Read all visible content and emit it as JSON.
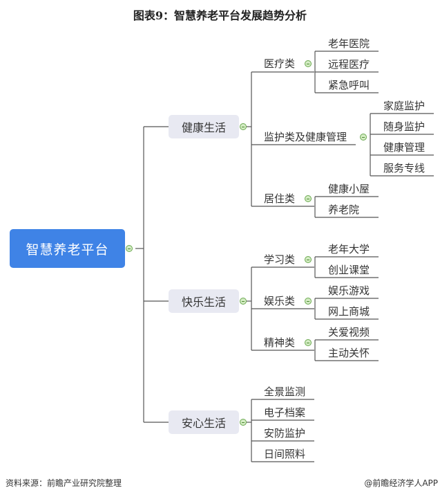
{
  "title": "图表9：智慧养老平台发展趋势分析",
  "root": {
    "label": "智慧养老平台"
  },
  "branches": [
    {
      "label": "健康生活",
      "groups": [
        {
          "label": "医疗类",
          "items": [
            "老年医院",
            "远程医疗",
            "紧急呼叫"
          ]
        },
        {
          "label": "监护类及健康管理",
          "items": [
            "家庭监护",
            "随身监护",
            "健康管理",
            "服务专线"
          ]
        },
        {
          "label": "居住类",
          "items": [
            "健康小屋",
            "养老院"
          ]
        }
      ]
    },
    {
      "label": "快乐生活",
      "groups": [
        {
          "label": "学习类",
          "items": [
            "老年大学",
            "创业课堂"
          ]
        },
        {
          "label": "娱乐类",
          "items": [
            "娱乐游戏",
            "网上商城"
          ]
        },
        {
          "label": "精神类",
          "items": [
            "关爱视频",
            "主动关怀"
          ]
        }
      ]
    },
    {
      "label": "安心生活",
      "items": [
        "全景监测",
        "电子档案",
        "安防监护",
        "日间照料"
      ]
    }
  ],
  "footer": {
    "source": "资料来源：前瞻产业研究院整理",
    "credit": "@前瞻经济学人APP"
  },
  "colors": {
    "root_bg": "#3f83e6",
    "branch_bg": "#e8e9f2",
    "line": "#555555",
    "toggle": "#d3ecc3"
  }
}
